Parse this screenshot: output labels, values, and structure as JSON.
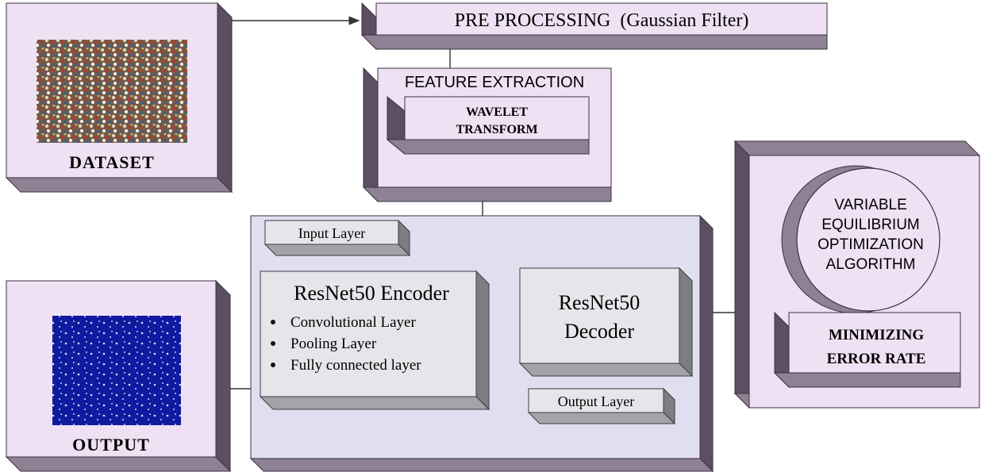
{
  "dataset": {
    "label": "DATASET"
  },
  "preprocessing": {
    "label": "PRE PROCESSING  (Gaussian Filter)"
  },
  "feature_extraction": {
    "label": "FEATURE EXTRACTION",
    "wavelet_line1": "WAVELET",
    "wavelet_line2": "TRANSFORM"
  },
  "network": {
    "input_layer": "Input Layer",
    "encoder_title": "ResNet50 Encoder",
    "encoder_items": [
      "Convolutional Layer",
      "Pooling Layer",
      "Fully connected layer"
    ],
    "decoder_line1": "ResNet50",
    "decoder_line2": "Decoder",
    "output_layer": "Output Layer"
  },
  "optimization": {
    "circle_lines": [
      "VARIABLE",
      "EQUILIBRIUM",
      "OPTIMIZATION",
      "ALGORITHM"
    ],
    "min_line1": "MINIMIZING",
    "min_line2": "ERROR RATE"
  },
  "output": {
    "label": "OUTPUT"
  },
  "colors": {
    "face": "#efe1f3",
    "side_dark": "#5c4f62",
    "side_mid": "#8e8194",
    "container_face": "#e1def0",
    "inner_face": "#e6e6ea",
    "crowd_bg": "#7a6a55",
    "density_bg": "#0f1a9e"
  }
}
